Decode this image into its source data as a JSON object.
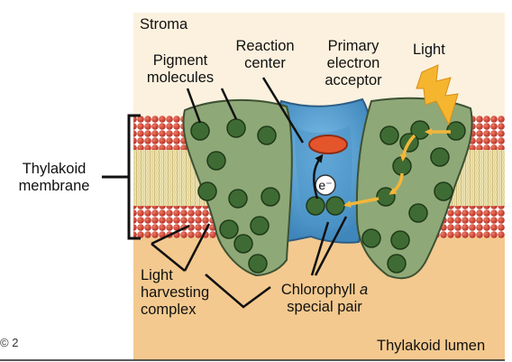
{
  "diagram": {
    "title": "",
    "labels": {
      "stroma": "Stroma",
      "reaction_center": [
        "Reaction",
        "center"
      ],
      "primary_electron_acceptor": [
        "Primary",
        "electron",
        "acceptor"
      ],
      "light": "Light",
      "pigment_molecules": [
        "Pigment",
        "molecules"
      ],
      "thylakoid_membrane": [
        "Thylakoid",
        "membrane"
      ],
      "electron": "e⁻",
      "light_harvesting_complex": [
        "Light",
        "harvesting",
        "complex"
      ],
      "chlorophyll_a_special_pair": [
        "Chlorophyll ",
        "a",
        "special pair"
      ],
      "thylakoid_lumen": "Thylakoid lumen",
      "corner_mark": "© 2"
    },
    "colors": {
      "stroma_bg": "#fbf1de",
      "lumen_bg": "#f3c98f",
      "lipid_head": "#c9392c",
      "lipid_tail": "#e7dca0",
      "antenna_complex": "#8fa877",
      "antenna_outline": "#3d5234",
      "pigment": "#3e6b34",
      "reaction_center": "#5da6d6",
      "acceptor": "#e4552c",
      "electron_path": "#f4b63a",
      "light_bolt": "#f6b52e"
    }
  }
}
